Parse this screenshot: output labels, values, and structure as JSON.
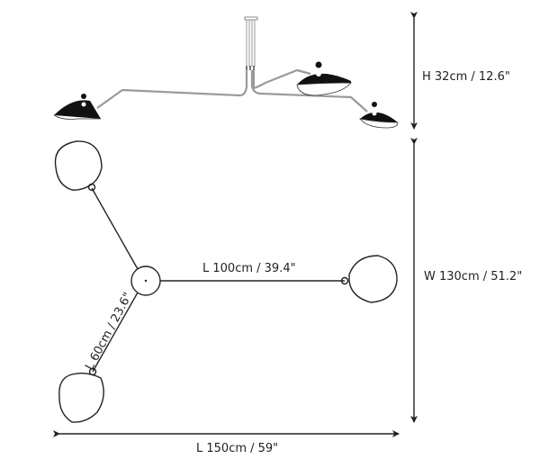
{
  "diagram": {
    "type": "product dimension drawing",
    "subject": "three-arm ceiling lamp",
    "colors": {
      "line": "#222222",
      "rod": "#9a9a9a",
      "shade": "#111111",
      "background": "#ffffff"
    },
    "dimensions": {
      "height": "H 32cm / 12.6\"",
      "width": "W 130cm / 51.2\"",
      "long_arm": "L 100cm / 39.4\"",
      "short_arm": "L 60cm / 23.6\"",
      "total_length": "L 150cm / 59\""
    },
    "views": [
      "side-view",
      "top-view"
    ]
  }
}
